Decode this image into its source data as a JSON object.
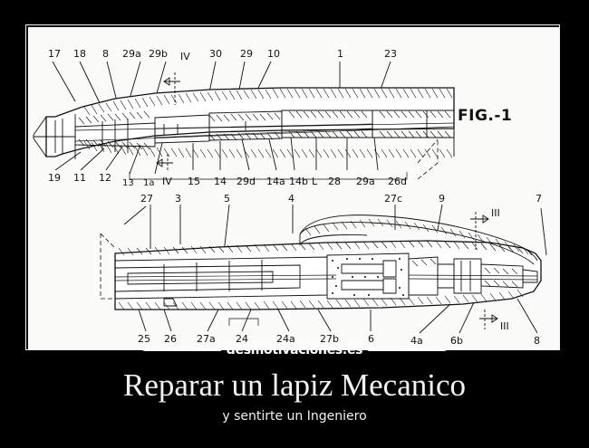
{
  "poster": {
    "title": "Reparar un lapiz Mecanico",
    "subtitle": "y sentirte un Ingeniero",
    "watermark": "desmotivaciones.es",
    "background_color": "#000000",
    "text_color": "#f4f2ee",
    "frame_color": "#f2f2f2"
  },
  "image": {
    "kind": "patent-drawing",
    "subject": "mechanical pencil cross-section",
    "paper_color": "#fbfbfa",
    "ink_color": "#111111",
    "figure_label": "FIG.-1",
    "fig1": {
      "top_labels": [
        "17",
        "18",
        "8",
        "29a",
        "29b",
        "IV",
        "30",
        "29",
        "10",
        "1",
        "23"
      ],
      "bottom_labels": [
        "19",
        "11",
        "12",
        "13",
        "1a",
        "IV",
        "15",
        "14",
        "29d",
        "14a",
        "14b",
        "L",
        "28",
        "29a",
        "26d"
      ],
      "section_marker": "IV"
    },
    "fig2": {
      "top_labels": [
        "27",
        "3",
        "5",
        "4",
        "27c",
        "9",
        "III",
        "7"
      ],
      "bottom_labels": [
        "25",
        "26",
        "27a",
        "24",
        "24a",
        "27b",
        "6",
        "4a",
        "6b",
        "III",
        "8"
      ],
      "section_marker": "III"
    }
  }
}
